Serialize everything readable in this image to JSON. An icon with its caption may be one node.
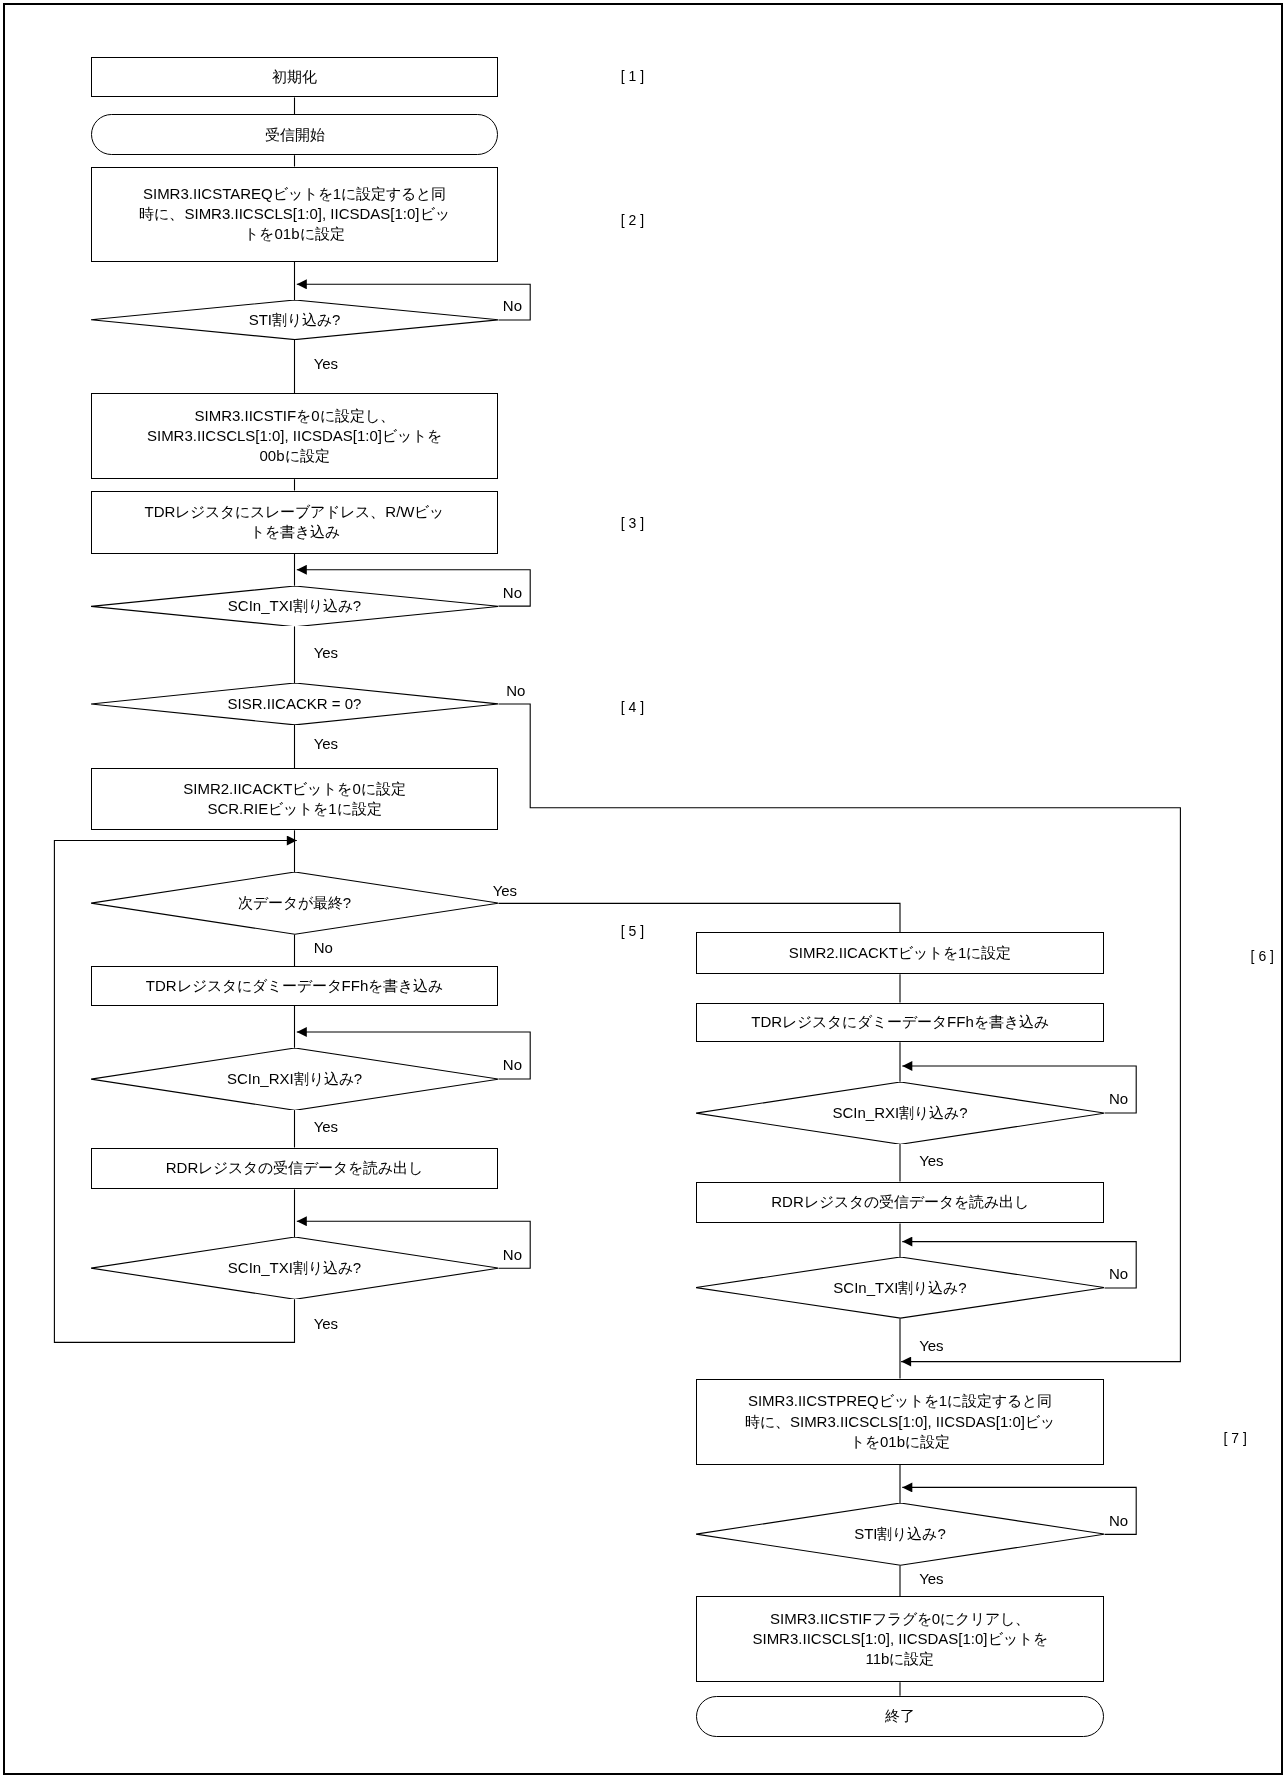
{
  "diagram": {
    "nodes": [
      {
        "text": [
          "初期化"
        ]
      },
      {
        "text": [
          "受信開始"
        ]
      },
      {
        "text": [
          "SIMR3.IICSTAREQビットを1に設定すると同時に、SIMR3.IICSCLS[1:0], IICSDAS[1:0]ビットを01bに設定"
        ]
      },
      {
        "text": [
          "STI割り込み?"
        ]
      },
      {
        "text": [
          "SIMR3.IICSTIFを0に設定し、SIMR3.IICSCLS[1:0], IICSDAS[1:0]ビットを00bに設定"
        ]
      },
      {
        "text": [
          "TDRレジスタにスレーブアドレス、R/Wビットを書き込み"
        ]
      },
      {
        "text": [
          "SCIn_TXI割り込み?"
        ]
      },
      {
        "text": [
          "SISR.IICACKR = 0?"
        ]
      },
      {
        "text": [
          "SIMR2.IICACKTビットを0に設定",
          "SCR.RIEビットを1に設定"
        ]
      },
      {
        "text": [
          "次データが最終?"
        ]
      },
      {
        "text": [
          "TDRレジスタにダミーデータFFhを書き込み"
        ]
      },
      {
        "text": [
          "SCIn_RXI割り込み?"
        ]
      },
      {
        "text": [
          "RDRレジスタの受信データを読み出し"
        ]
      },
      {
        "text": [
          "SCIn_TXI割り込み?"
        ]
      },
      {
        "text": [
          "SIMR2.IICACKTビットを1に設定"
        ]
      },
      {
        "text": [
          "TDRレジスタにダミーデータFFhを書き込み"
        ]
      },
      {
        "text": [
          "SCIn_RXI割り込み?"
        ]
      },
      {
        "text": [
          "RDRレジスタの受信データを読み出し"
        ]
      },
      {
        "text": [
          "SCIn_TXI割り込み?"
        ]
      },
      {
        "text": [
          "SIMR3.IICSTPREQビットを1に設定すると同時に、SIMR3.IICSCLS[1:0], IICSDAS[1:0]ビットを01bに設定"
        ]
      },
      {
        "text": [
          "STI割り込み?"
        ]
      },
      {
        "text": [
          "SIMR3.IICSTIFフラグを0にクリアし、SIMR3.IICSCLS[1:0], IICSDAS[1:0]ビットを11bに設定"
        ]
      },
      {
        "text": [
          "終了"
        ]
      }
    ],
    "edges": [
      {
        "from": 0,
        "to": 1,
        "arrow": "none"
      },
      {
        "from": 1,
        "to": 2,
        "arrow": "none"
      },
      {
        "from": 2,
        "to": 3,
        "arrow": "none"
      },
      {
        "from": 3,
        "to": 3,
        "arrow": "to",
        "label": "No"
      },
      {
        "from": 3,
        "to": 4,
        "arrow": "none",
        "label": "Yes"
      },
      {
        "from": 4,
        "to": 5,
        "arrow": "none"
      },
      {
        "from": 5,
        "to": 6,
        "arrow": "none"
      },
      {
        "from": 6,
        "to": 6,
        "arrow": "to",
        "label": "No"
      },
      {
        "from": 6,
        "to": 7,
        "arrow": "none",
        "label": "Yes"
      },
      {
        "from": 7,
        "to": 8,
        "arrow": "none",
        "label": "Yes"
      },
      {
        "from": 7,
        "to": 19,
        "arrow": "to",
        "label": "No"
      },
      {
        "from": 8,
        "to": 9,
        "arrow": "none"
      },
      {
        "from": 9,
        "to": 14,
        "arrow": "none",
        "label": "Yes"
      },
      {
        "from": 9,
        "to": 10,
        "arrow": "none",
        "label": "No"
      },
      {
        "from": 10,
        "to": 11,
        "arrow": "none"
      },
      {
        "from": 11,
        "to": 11,
        "arrow": "to",
        "label": "No"
      },
      {
        "from": 11,
        "to": 12,
        "arrow": "none",
        "label": "Yes"
      },
      {
        "from": 12,
        "to": 13,
        "arrow": "none"
      },
      {
        "from": 13,
        "to": 13,
        "arrow": "to",
        "label": "No"
      },
      {
        "from": 13,
        "to": 9,
        "arrow": "to",
        "label": "Yes"
      },
      {
        "from": 14,
        "to": 15,
        "arrow": "none"
      },
      {
        "from": 15,
        "to": 16,
        "arrow": "none"
      },
      {
        "from": 16,
        "to": 16,
        "arrow": "to",
        "label": "No"
      },
      {
        "from": 16,
        "to": 17,
        "arrow": "none",
        "label": "Yes"
      },
      {
        "from": 17,
        "to": 18,
        "arrow": "none"
      },
      {
        "from": 18,
        "to": 18,
        "arrow": "to",
        "label": "No"
      },
      {
        "from": 18,
        "to": 19,
        "arrow": "none",
        "label": "Yes"
      },
      {
        "from": 19,
        "to": 20,
        "arrow": "none"
      },
      {
        "from": 20,
        "to": 20,
        "arrow": "to",
        "label": "No"
      },
      {
        "from": 20,
        "to": 21,
        "arrow": "none",
        "label": "Yes"
      },
      {
        "from": 21,
        "to": 22,
        "arrow": "none"
      }
    ],
    "labels": [
      "[ 1 ]",
      "[ 2 ]",
      "[ 3 ]",
      "[ 4 ]",
      "[ 5 ]",
      "[ 6 ]",
      "[ 7 ]"
    ]
  }
}
